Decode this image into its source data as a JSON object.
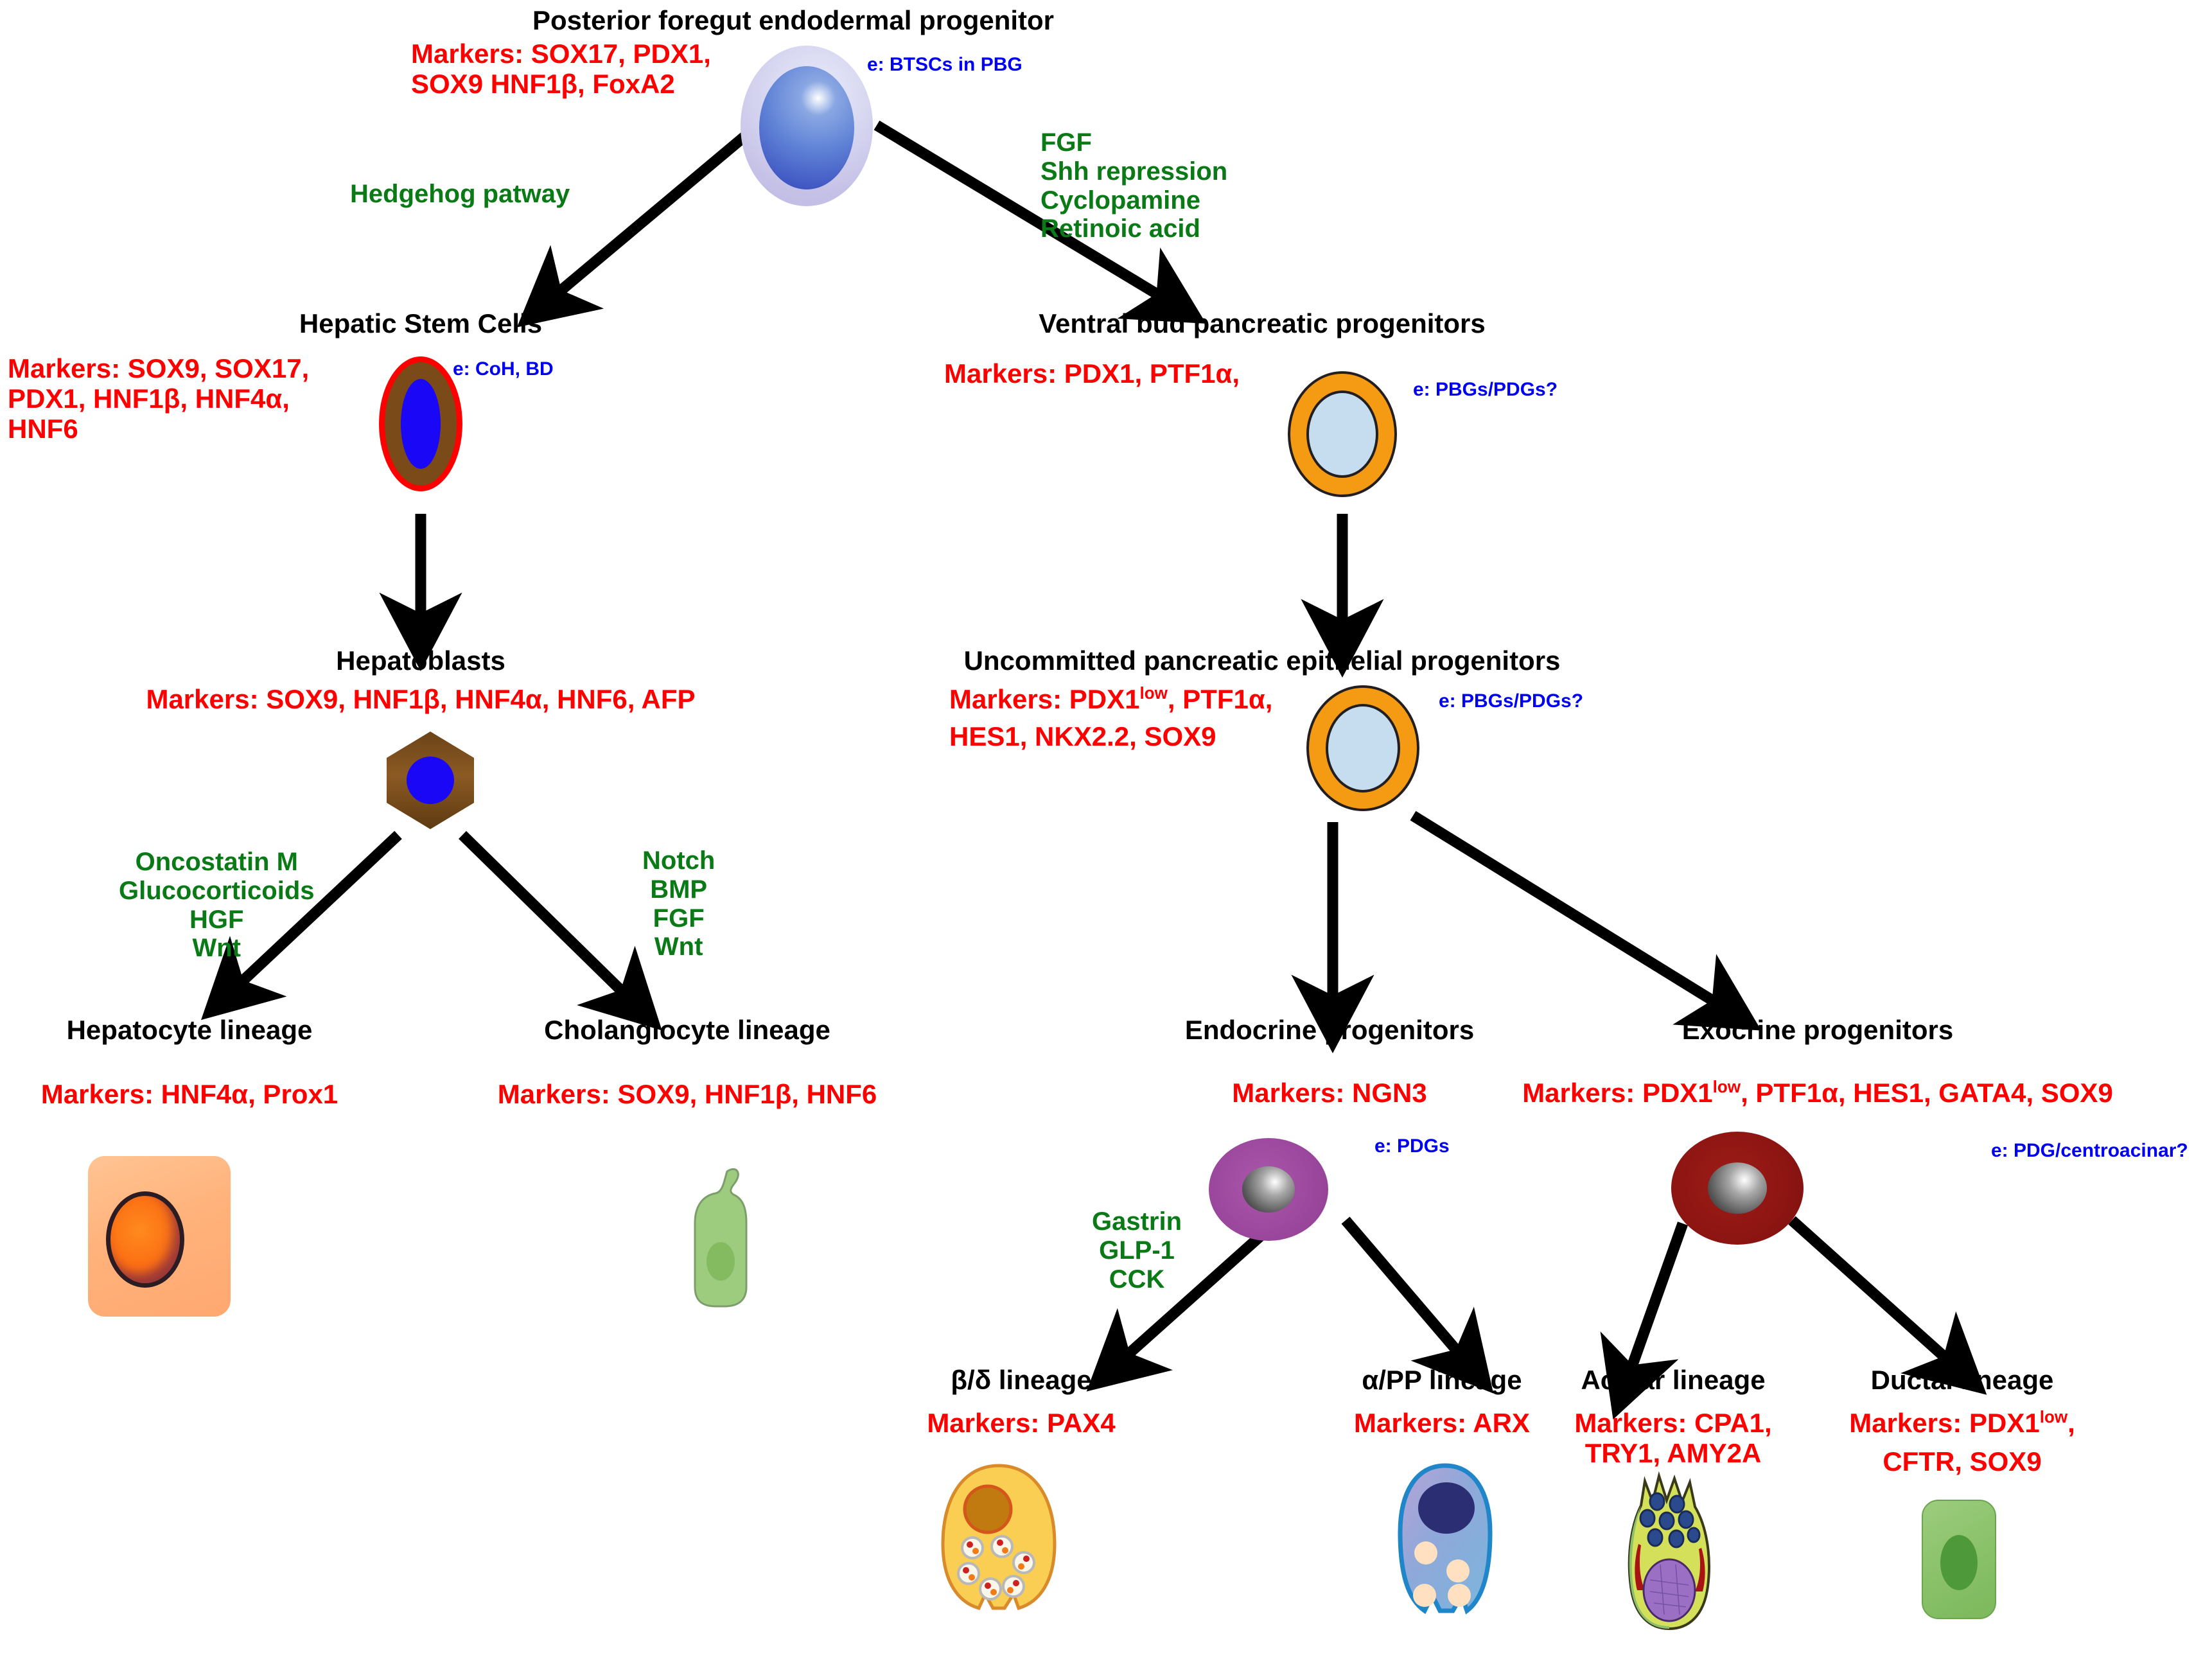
{
  "nodes": {
    "foregut": {
      "title": "Posterior foregut endodermal progenitor",
      "markers": "Markers: SOX17, PDX1,\nSOX9 HNF1β, FoxA2",
      "anno": "e: BTSCs in PBG"
    },
    "hepatic_stem_cells": {
      "title": "Hepatic Stem Cells",
      "markers": "Markers: SOX9, SOX17,\nPDX1, HNF1β, HNF4α,\nHNF6",
      "anno": "e: CoH, BD"
    },
    "ventral_bud": {
      "title": "Ventral bud pancreatic progenitors",
      "markers": "Markers: PDX1, PTF1α,",
      "anno": "e: PBGs/PDGs?"
    },
    "hepatoblasts": {
      "title": "Hepatoblasts",
      "markers": "Markers: SOX9, HNF1β, HNF4α, HNF6, AFP"
    },
    "uncommitted": {
      "title": "Uncommitted pancreatic epithelial progenitors",
      "markers_line1_pre": "Markers: PDX1",
      "markers_line1_sup": "low",
      "markers_line1_post": ", PTF1α,",
      "markers_line2": "HES1, NKX2.2, SOX9",
      "anno": "e: PBGs/PDGs?"
    },
    "hepatocyte": {
      "title": "Hepatocyte lineage",
      "markers": "Markers: HNF4α, Prox1"
    },
    "cholangiocyte": {
      "title": "Cholangiocyte lineage",
      "markers": "Markers: SOX9, HNF1β, HNF6"
    },
    "endocrine": {
      "title": "Endocrine progenitors",
      "markers": "Markers: NGN3",
      "anno": "e: PDGs"
    },
    "exocrine": {
      "title": "Exocrine progenitors",
      "markers_pre": "Markers: PDX1",
      "markers_sup": "low",
      "markers_post": ", PTF1α, HES1, GATA4, SOX9",
      "anno": "e: PDG/centroacinar?"
    },
    "beta_delta": {
      "title": "β/δ lineage",
      "markers": "Markers: PAX4"
    },
    "alpha_pp": {
      "title": "α/PP lineage",
      "markers": "Markers: ARX"
    },
    "acinar": {
      "title": "Acinar lineage",
      "markers": "Markers: CPA1,\nTRY1, AMY2A"
    },
    "ductal": {
      "title": "Ductal lineage",
      "markers_pre": "Markers: PDX1",
      "markers_sup": "low",
      "markers_post": ",",
      "markers_line2": "CFTR, SOX9"
    }
  },
  "factors": {
    "hedgehog": "Hedgehog patway",
    "pancreatic_induction": "FGF\nShh repression\nCyclopamine\nRetinoic acid",
    "hepatocyte_induction": "Oncostatin M\nGlucocorticoids\nHGF\nWnt",
    "cholangiocyte_induction": "Notch\nBMP\nFGF\nWnt",
    "endocrine_sublineage": "Gastrin\nGLP-1\nCCK"
  },
  "colors": {
    "title_text": "#000000",
    "marker_text": "#fe0000",
    "annotation_text": "#0000f5",
    "factor_text": "#0a7a16",
    "arrow": "#000000",
    "hepatic_stem_rim": "#ff0000",
    "hepatic_stem_body": "#7a4a18",
    "nucleus_blue": "#1907f5",
    "pancreatic_ring": "#f59b13",
    "pancreatic_lumen": "#c5ddef",
    "endocrine_body": "#9b479d",
    "exocrine_body": "#8d1512",
    "hepatocyte_body": "#ffb27b",
    "cholangiocyte_body": "#9dcc7e",
    "beta_body": "#f9ce52",
    "alpha_body": "#7fa9d8",
    "ductal_body": "#8cc36c"
  }
}
